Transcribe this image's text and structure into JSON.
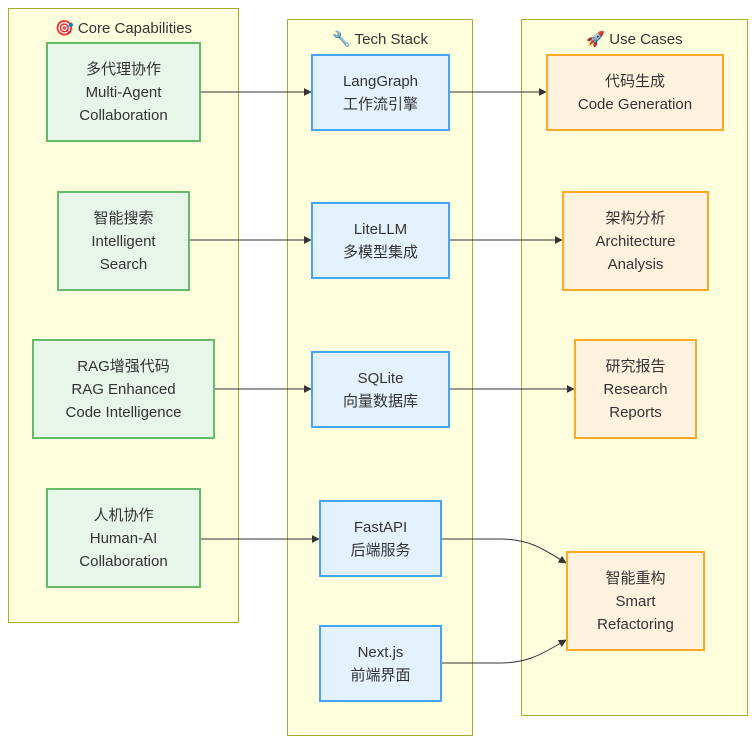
{
  "clusters": {
    "core": {
      "icon": "🎯",
      "title": "Core Capabilities"
    },
    "tech": {
      "icon": "🔧",
      "title": "Tech Stack"
    },
    "use": {
      "icon": "🚀",
      "title": "Use Cases"
    }
  },
  "nodes": {
    "multi_agent": [
      "多代理协作",
      "Multi-Agent",
      "Collaboration"
    ],
    "intelligent_search": [
      "智能搜索",
      "Intelligent",
      "Search"
    ],
    "rag": [
      "RAG增强代码",
      "RAG Enhanced",
      "Code Intelligence"
    ],
    "human_ai": [
      "人机协作",
      "Human-AI",
      "Collaboration"
    ],
    "langgraph": [
      "LangGraph",
      "工作流引擎"
    ],
    "litellm": [
      "LiteLLM",
      "多模型集成"
    ],
    "sqlite": [
      "SQLite",
      "向量数据库"
    ],
    "fastapi": [
      "FastAPI",
      "后端服务"
    ],
    "nextjs": [
      "Next.js",
      "前端界面"
    ],
    "code_gen": [
      "代码生成",
      "Code Generation"
    ],
    "arch": [
      "架构分析",
      "Architecture",
      "Analysis"
    ],
    "research": [
      "研究报告",
      "Research",
      "Reports"
    ],
    "refactor": [
      "智能重构",
      "Smart",
      "Refactoring"
    ]
  },
  "colors": {
    "cluster_fill": "#ffffde",
    "cluster_border": "#aaaa33",
    "capability_fill": "#e8f5e9",
    "capability_border": "#66bb6a",
    "tech_fill": "#e3f2fd",
    "tech_border": "#42a5f5",
    "usecase_fill": "#fff3e0",
    "usecase_border": "#ffa726",
    "edge": "#333333"
  }
}
